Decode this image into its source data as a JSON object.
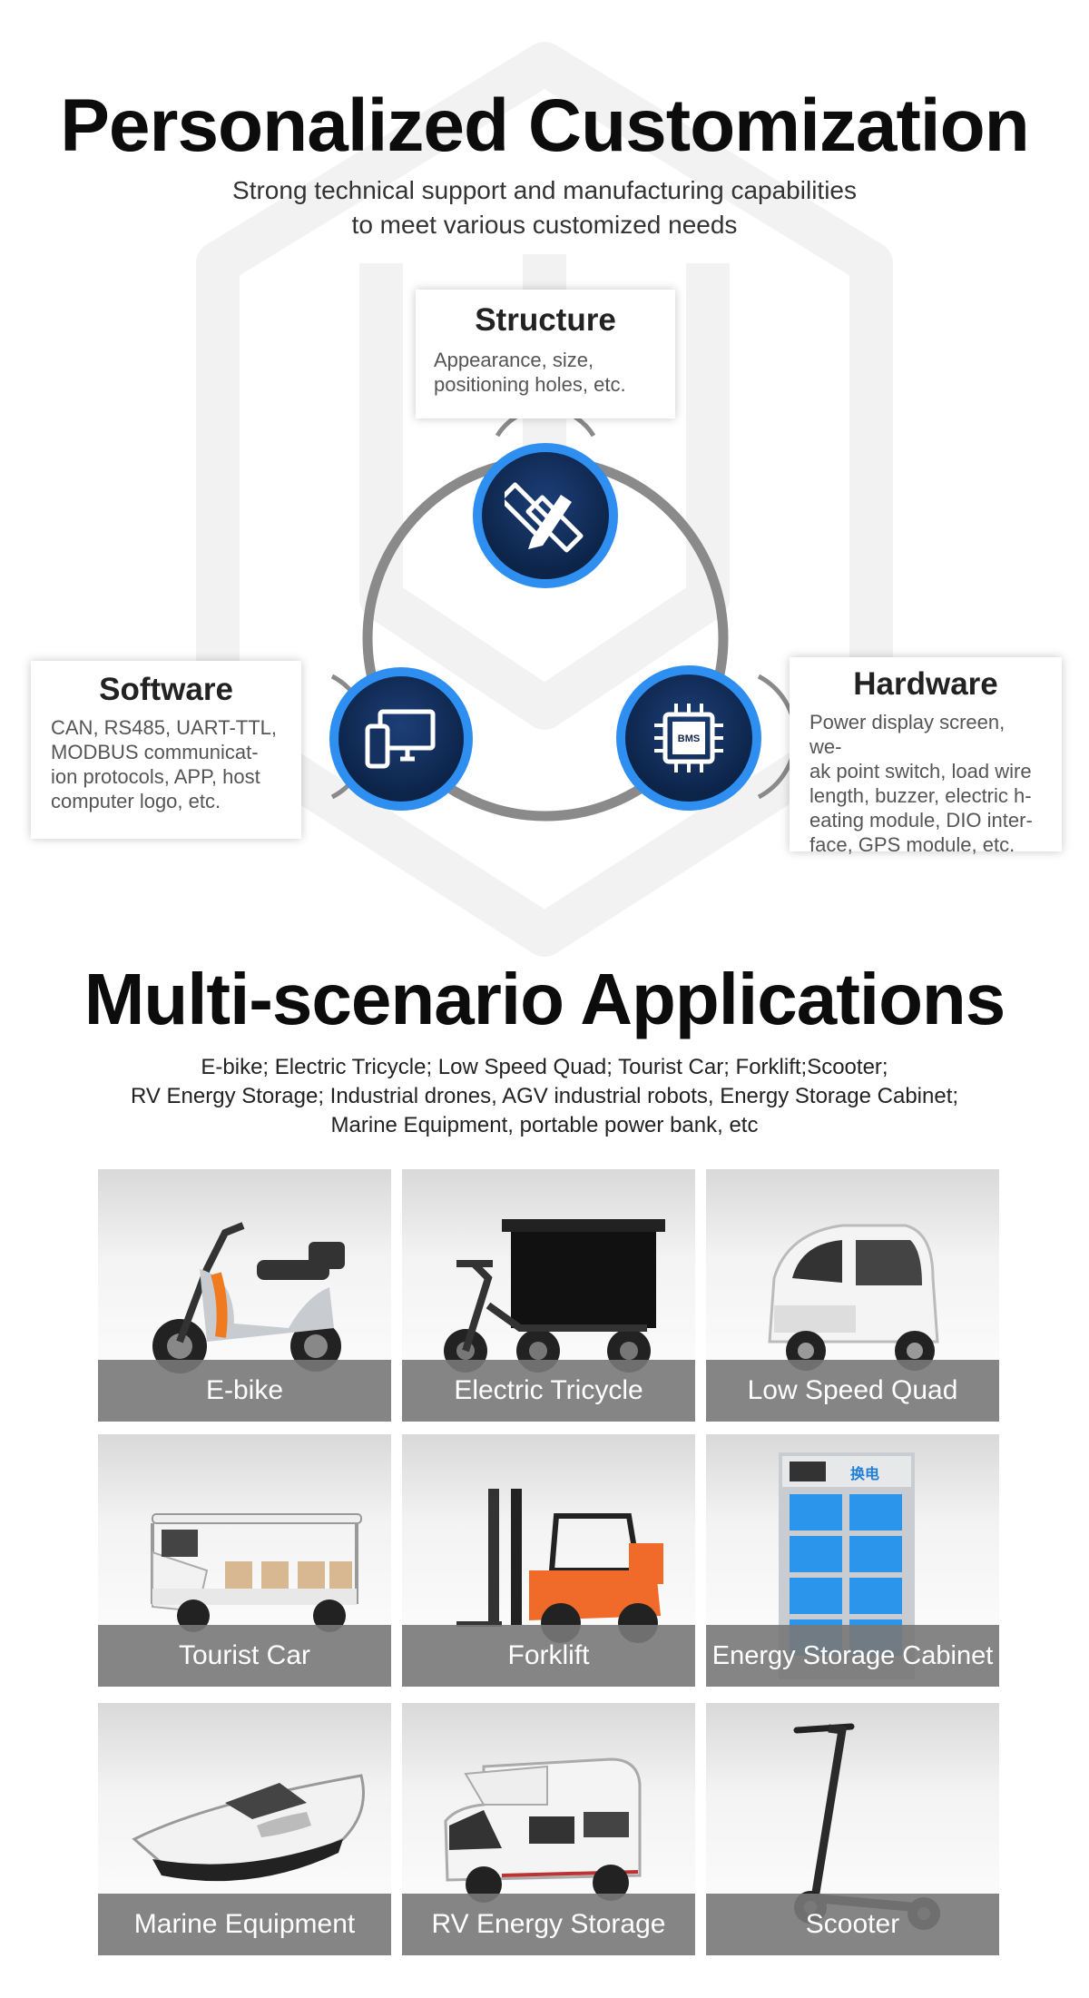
{
  "header": {
    "title": "Personalized Customization",
    "subtitle_line1": "Strong technical support and manufacturing capabilities",
    "subtitle_line2": "to meet various customized needs"
  },
  "features": {
    "structure": {
      "title": "Structure",
      "lines": [
        "Appearance, size,",
        "positioning holes, etc."
      ],
      "icon": "pencil-ruler-icon"
    },
    "software": {
      "title": "Software",
      "lines": [
        "CAN, RS485, UART-TTL,",
        "MODBUS communicat-",
        "ion protocols, APP, host",
        "computer logo, etc."
      ],
      "icon": "devices-icon"
    },
    "hardware": {
      "title": "Hardware",
      "lines": [
        "Power display screen, we-",
        "ak point switch, load wire",
        "length, buzzer, electric h-",
        "eating module, DIO inter-",
        "face, GPS module, etc."
      ],
      "icon": "bms-chip-icon",
      "chip_text": "BMS"
    }
  },
  "applications": {
    "title": "Multi-scenario Applications",
    "line1": "E-bike;  Electric Tricycle; Low Speed Quad; Tourist Car; Forklift;Scooter;",
    "line2": "RV Energy Storage;  Industrial drones, AGV industrial robots, Energy Storage Cabinet;",
    "line3": "Marine Equipment, portable power bank, etc",
    "tiles": [
      {
        "label": "E-bike",
        "image": "e-bike-image"
      },
      {
        "label": "Electric Tricycle",
        "image": "electric-tricycle-image"
      },
      {
        "label": "Low Speed Quad",
        "image": "low-speed-quad-image"
      },
      {
        "label": "Tourist Car",
        "image": "tourist-car-image"
      },
      {
        "label": "Forklift",
        "image": "forklift-image"
      },
      {
        "label": "Energy Storage Cabinet",
        "image": "energy-storage-cabinet-image",
        "sign": "换电"
      },
      {
        "label": "Marine Equipment",
        "image": "marine-boat-image"
      },
      {
        "label": "RV Energy Storage",
        "image": "rv-camper-image"
      },
      {
        "label": "Scooter",
        "image": "scooter-image"
      }
    ]
  },
  "colors": {
    "accent_blue": "#2e8ff0",
    "node_navy": "#0d2449",
    "ring_gray": "#8a8a8a",
    "label_gray": "#787878"
  }
}
